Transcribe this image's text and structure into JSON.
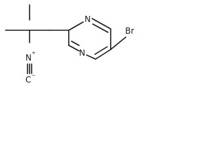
{
  "molecule": {
    "atoms": {
      "ring_n_top": "N",
      "ring_n_bottom": "N",
      "bromine": "Br",
      "isocyanide_n": "N",
      "isocyanide_c": "C"
    },
    "charges": {
      "isocyanide_n": "+",
      "isocyanide_c": "−"
    }
  }
}
